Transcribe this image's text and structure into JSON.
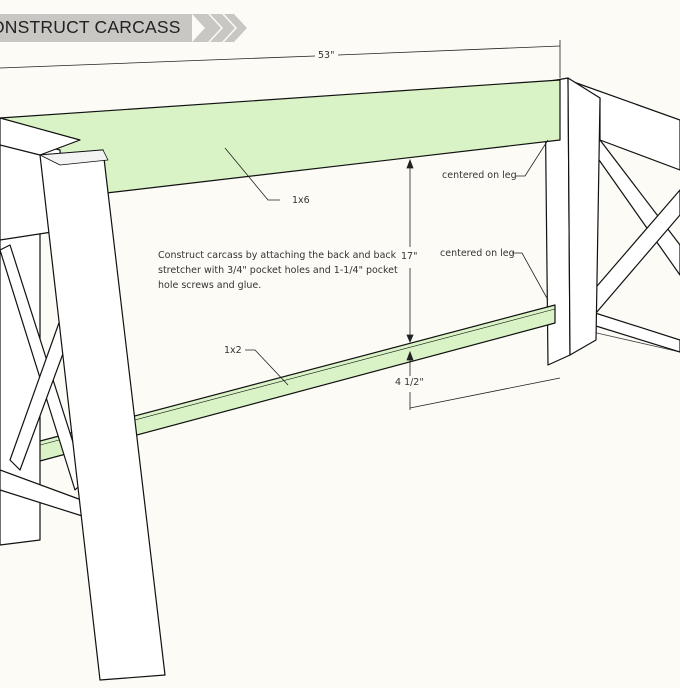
{
  "title": "ONSTRUCT CARCASS",
  "dimensions": {
    "width": "53\"",
    "height": "17\"",
    "stretcher_offset": "4 1/2\""
  },
  "labels": {
    "board_top": "1x6",
    "board_stretcher": "1x2",
    "note_top": "centered on leg",
    "note_stretcher": "centered on leg"
  },
  "description": "Construct carcass by attaching the back and back stretcher with 3/4\" pocket holes and 1-1/4\" pocket hole screws and glue.",
  "colors": {
    "board": "#d9f3c6",
    "wood": "#ffffff",
    "banner": "#c9c7c3",
    "background": "#fdfbf6"
  }
}
